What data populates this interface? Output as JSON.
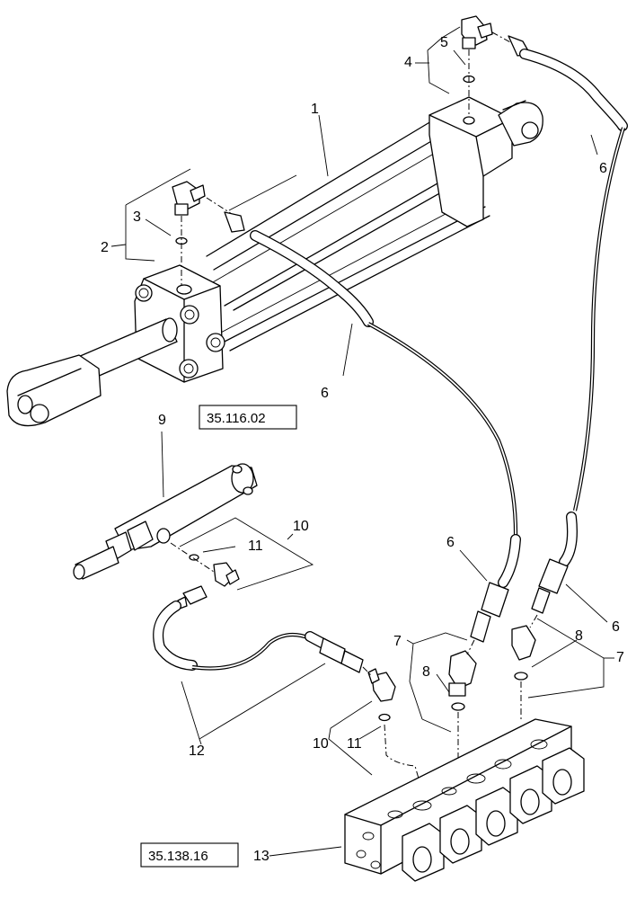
{
  "callouts": {
    "c1": "1",
    "c2": "2",
    "c3": "3",
    "c4": "4",
    "c5": "5",
    "c6a": "6",
    "c6b": "6",
    "c6c": "6",
    "c6d": "6",
    "c7a": "7",
    "c7b": "7",
    "c8a": "8",
    "c8b": "8",
    "c9": "9",
    "c10a": "10",
    "c10b": "10",
    "c11a": "11",
    "c11b": "11",
    "c12": "12",
    "c13": "13"
  },
  "references": {
    "ref_top": "35.116.02",
    "ref_bottom": "35.138.16"
  }
}
